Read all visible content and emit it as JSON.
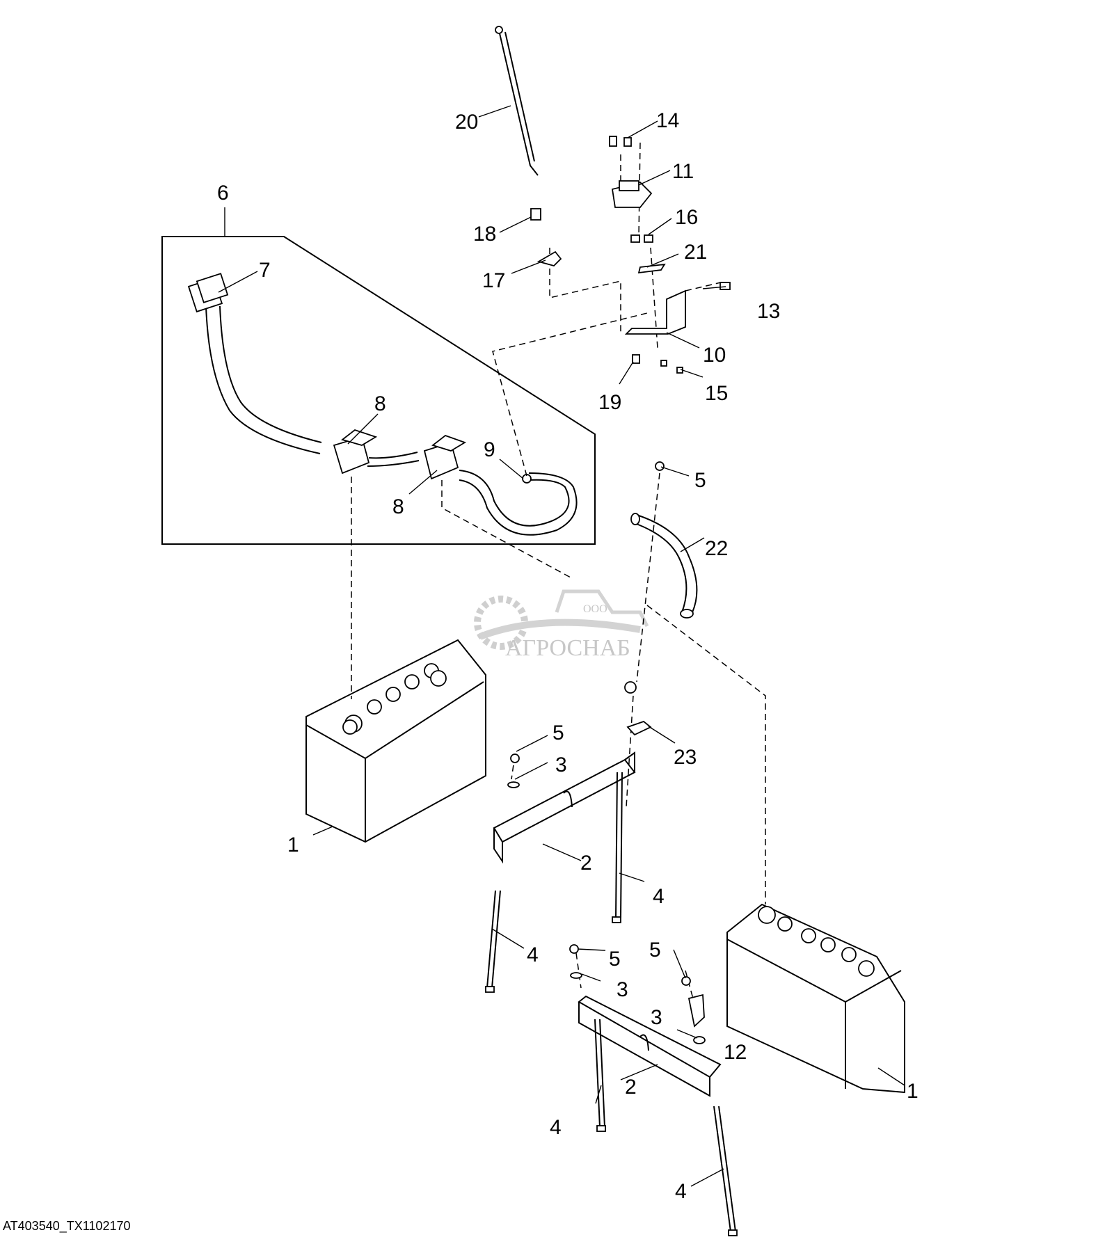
{
  "figure_ref": "AT403540_TX1102170",
  "watermark": {
    "company_form": "ООО",
    "company_name": "АГРОСНАБ"
  },
  "callouts": {
    "c1a": "1",
    "c1b": "1",
    "c2a": "2",
    "c2b": "2",
    "c3a": "3",
    "c3b": "3",
    "c3c": "3",
    "c4a": "4",
    "c4b": "4",
    "c4c": "4",
    "c4d": "4",
    "c5a": "5",
    "c5b": "5",
    "c5c": "5",
    "c5d": "5",
    "c6": "6",
    "c7": "7",
    "c8a": "8",
    "c8b": "8",
    "c9": "9",
    "c10": "10",
    "c11": "11",
    "c12": "12",
    "c13": "13",
    "c14": "14",
    "c15": "15",
    "c16": "16",
    "c17": "17",
    "c18": "18",
    "c19": "19",
    "c20": "20",
    "c21": "21",
    "c22": "22",
    "c23": "23"
  }
}
